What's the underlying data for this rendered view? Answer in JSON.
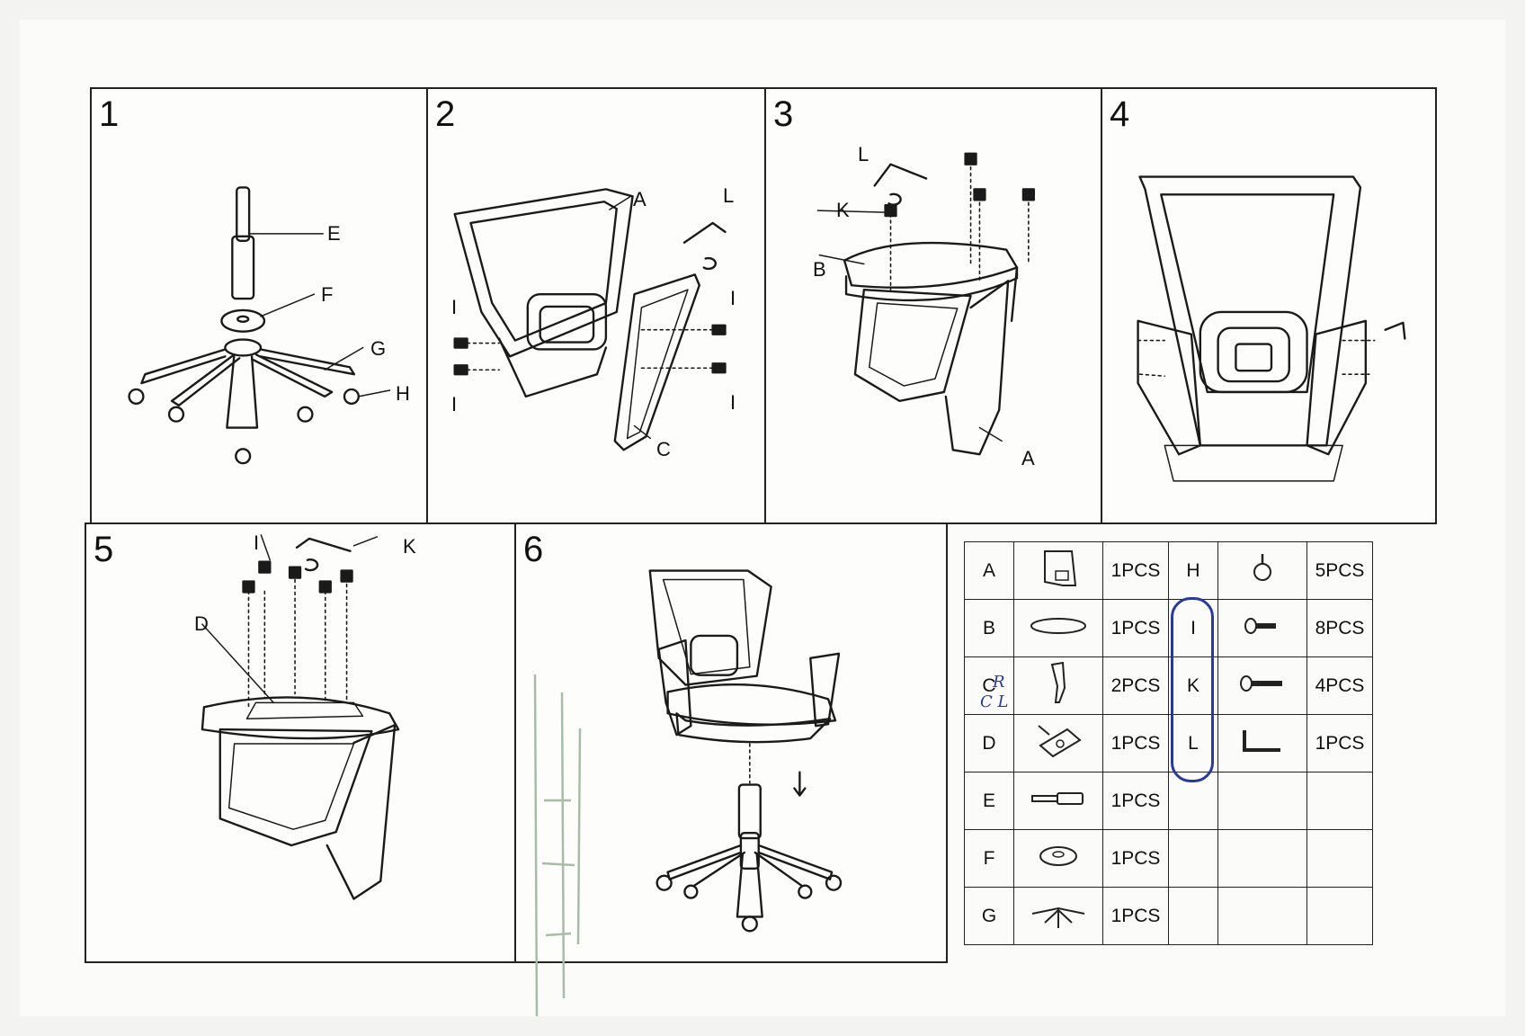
{
  "steps": [
    {
      "number": "1",
      "labels": {
        "e": "E",
        "f": "F",
        "g": "G",
        "h": "H"
      }
    },
    {
      "number": "2",
      "labels": {
        "a": "A",
        "l": "L",
        "i1": "I",
        "i2": "I",
        "i3": "I",
        "i4": "I",
        "c": "C"
      }
    },
    {
      "number": "3",
      "labels": {
        "l": "L",
        "k": "K",
        "b": "B",
        "a": "A"
      }
    },
    {
      "number": "4",
      "labels": {}
    },
    {
      "number": "5",
      "labels": {
        "i": "I",
        "k": "K",
        "d": "D"
      }
    },
    {
      "number": "6",
      "labels": {}
    }
  ],
  "parts_table": {
    "rows": [
      {
        "left": {
          "letter": "A",
          "icon": "backrest-icon",
          "qty": "1PCS"
        },
        "right": {
          "letter": "H",
          "icon": "caster-icon",
          "qty": "5PCS"
        }
      },
      {
        "left": {
          "letter": "B",
          "icon": "seat-icon",
          "qty": "1PCS"
        },
        "right": {
          "letter": "I",
          "icon": "short-bolt-icon",
          "qty": "8PCS"
        }
      },
      {
        "left": {
          "letter": "C",
          "icon": "armrest-icon",
          "qty": "2PCS"
        },
        "right": {
          "letter": "K",
          "icon": "long-bolt-icon",
          "qty": "4PCS"
        }
      },
      {
        "left": {
          "letter": "D",
          "icon": "mechanism-icon",
          "qty": "1PCS"
        },
        "right": {
          "letter": "L",
          "icon": "allen-key-icon",
          "qty": "1PCS"
        }
      },
      {
        "left": {
          "letter": "E",
          "icon": "gas-lift-icon",
          "qty": "1PCS"
        },
        "right": null
      },
      {
        "left": {
          "letter": "F",
          "icon": "cover-icon",
          "qty": "1PCS"
        },
        "right": null
      },
      {
        "left": {
          "letter": "G",
          "icon": "base-icon",
          "qty": "1PCS"
        },
        "right": null
      }
    ]
  },
  "handwriting": {
    "line1": "R",
    "line2": "C L"
  }
}
